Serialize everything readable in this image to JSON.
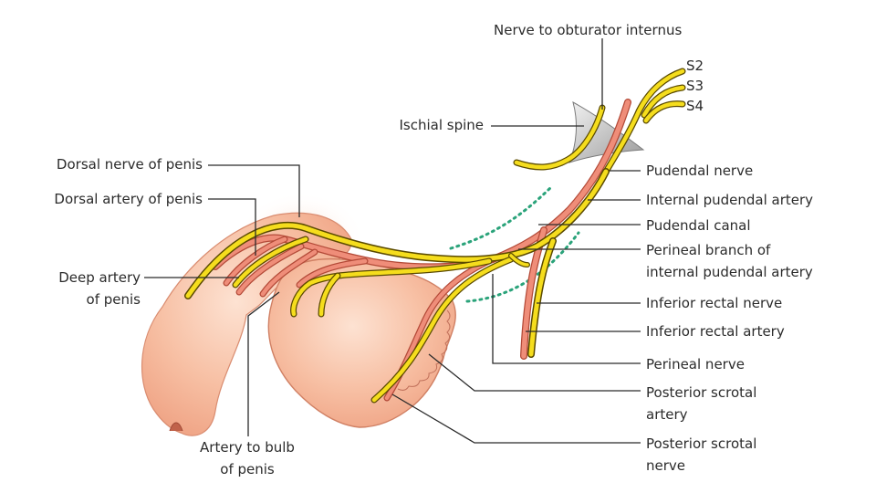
{
  "labels": {
    "nerve_obturator": "Nerve to obturator internus",
    "s2": "S2",
    "s3": "S3",
    "s4": "S4",
    "ischial_spine": "Ischial spine",
    "dorsal_nerve_line": "Dorsal nerve of penis",
    "dorsal_artery_line": "Dorsal artery of penis",
    "deep_artery_line1": "Deep artery",
    "deep_artery_line2": "of penis",
    "pudendal_nerve": "Pudendal nerve",
    "internal_pudendal_artery": "Internal pudendal artery",
    "pudendal_canal": "Pudendal canal",
    "perineal_branch_line1": "Perineal branch of",
    "perineal_branch_line2": "internal pudendal artery",
    "inferior_rectal_nerve": "Inferior rectal nerve",
    "inferior_rectal_artery": "Inferior rectal artery",
    "perineal_nerve": "Perineal nerve",
    "posterior_scrotal_artery_line1": "Posterior scrotal",
    "posterior_scrotal_artery_line2": "artery",
    "posterior_scrotal_nerve_line1": "Posterior scrotal",
    "posterior_scrotal_nerve_line2": "nerve",
    "artery_bulb_line1": "Artery to bulb",
    "artery_bulb_line2": "of penis"
  },
  "colors": {
    "nerve": "#f5dd1d",
    "artery": "#ef8d79",
    "skin": "#f6b79a",
    "canal": "#2aa37a"
  }
}
